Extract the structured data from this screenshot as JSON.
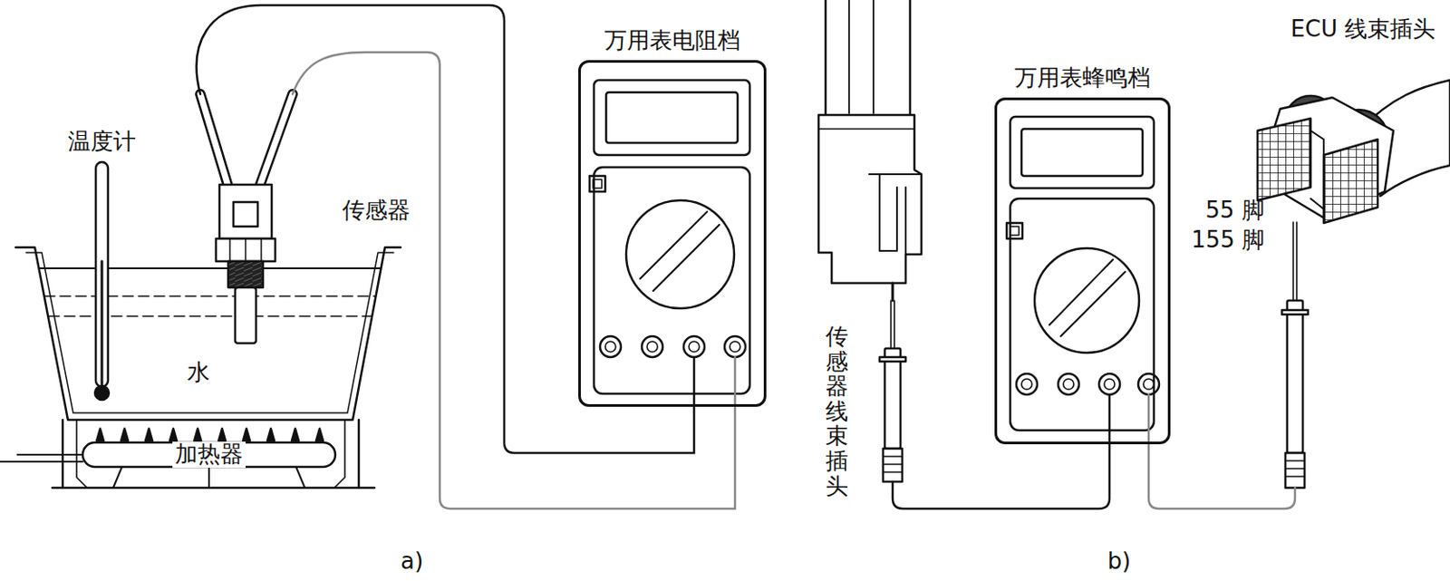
{
  "diagram": {
    "nodes": [
      {
        "text": [
          "万用表电阻档"
        ]
      },
      {
        "text": [
          "万用表蜂鸣档"
        ]
      }
    ],
    "labels": [
      "温度计",
      "传感器",
      "水",
      "加热器",
      "传感器线束插头",
      "ECU 线束插头",
      "55 脚",
      "155 脚",
      "a)",
      "b)"
    ]
  }
}
